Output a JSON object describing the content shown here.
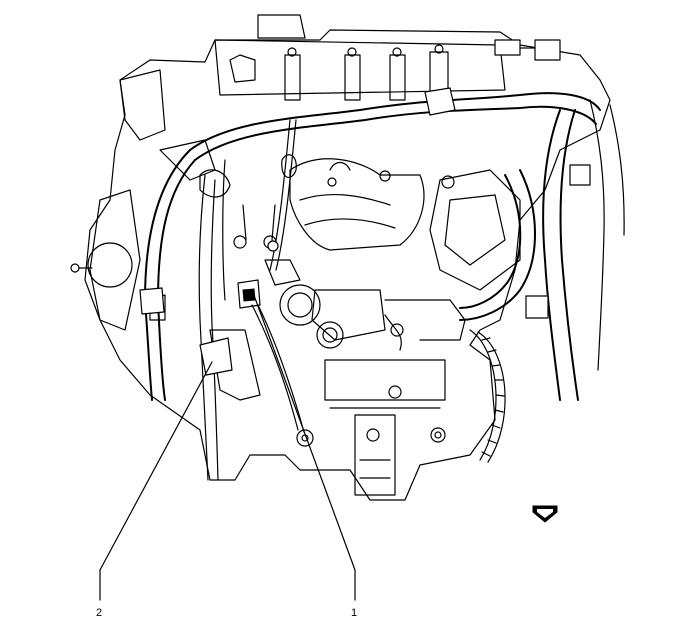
{
  "diagram": {
    "callouts": [
      {
        "id": "1",
        "label": "1"
      },
      {
        "id": "2",
        "label": "2"
      }
    ],
    "view_arrow_icon": "front-view-arrow-icon",
    "colors": {
      "line": "#000000",
      "background": "#ffffff"
    }
  }
}
